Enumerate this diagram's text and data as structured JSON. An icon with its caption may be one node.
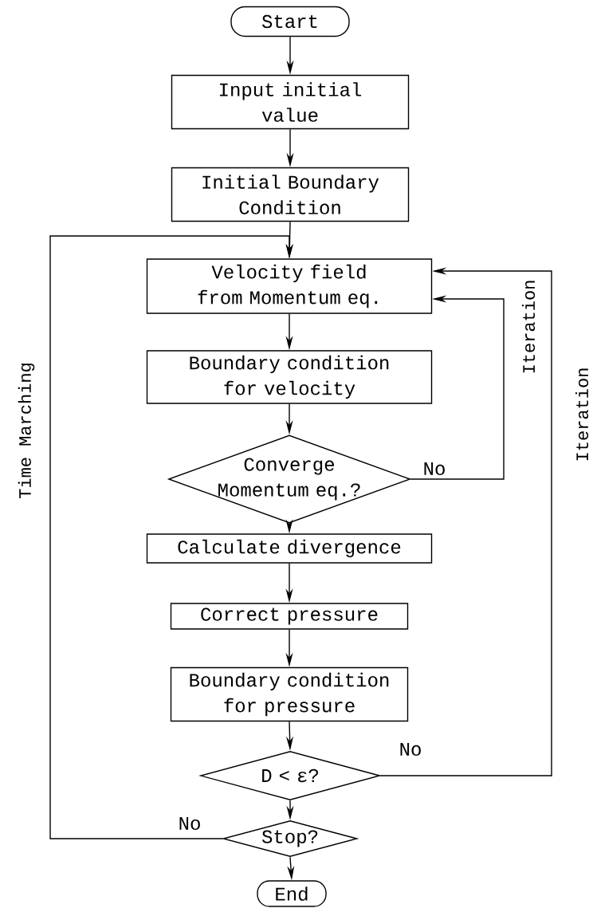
{
  "diagram": {
    "nodes": [
      {
        "text": [
          "Start"
        ]
      },
      {
        "text": [
          "Input initial value"
        ]
      },
      {
        "text": [
          "Initial Boundary Condition"
        ]
      },
      {
        "text": [
          "Velocity field from Momentum eq."
        ]
      },
      {
        "text": [
          "Boundary condition for velocity"
        ]
      },
      {
        "text": [
          "Converge Momentum eq.?"
        ]
      },
      {
        "text": [
          "Calculate divergence"
        ]
      },
      {
        "text": [
          "Correct pressure"
        ]
      },
      {
        "text": [
          "Boundary condition for pressure"
        ]
      },
      {
        "text": [
          "D < ε?"
        ]
      },
      {
        "text": [
          "Stop?"
        ]
      },
      {
        "text": [
          "End"
        ]
      }
    ],
    "edges": [
      {
        "from": 0,
        "to": 1,
        "arrow": "to"
      },
      {
        "from": 1,
        "to": 2,
        "arrow": "to"
      },
      {
        "from": 2,
        "to": 3,
        "arrow": "to"
      },
      {
        "from": 3,
        "to": 4,
        "arrow": "to"
      },
      {
        "from": 4,
        "to": 5,
        "arrow": "to"
      },
      {
        "from": 5,
        "to": 6,
        "arrow": "to"
      },
      {
        "from": 6,
        "to": 7,
        "arrow": "to"
      },
      {
        "from": 7,
        "to": 8,
        "arrow": "to"
      },
      {
        "from": 8,
        "to": 9,
        "arrow": "to"
      },
      {
        "from": 9,
        "to": 10,
        "arrow": "to"
      },
      {
        "from": 10,
        "to": 11,
        "arrow": "to"
      },
      {
        "from": 5,
        "to": 3,
        "arrow": "to",
        "label": "No"
      },
      {
        "from": 9,
        "to": 3,
        "arrow": "to",
        "label": "No"
      },
      {
        "from": 10,
        "to": 3,
        "arrow": "to",
        "label": "No"
      }
    ],
    "labels": [
      "Time Marching",
      "Iteration",
      "Iteration"
    ]
  }
}
